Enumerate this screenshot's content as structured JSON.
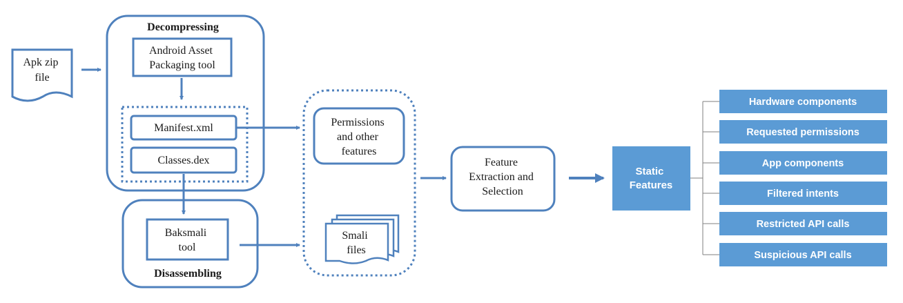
{
  "colors": {
    "outline": "#4f81bd",
    "arrow": "#4f81bd",
    "feature_box": "#5b9bd5",
    "feature_text": "#ffffff",
    "text": "#1a1a1a",
    "tree_line": "#7f7f7f"
  },
  "input": {
    "line1": "Apk zip",
    "line2": "file"
  },
  "decompressing": {
    "title": "Decompressing",
    "aapt_line1": "Android Asset",
    "aapt_line2": "Packaging tool",
    "manifest": "Manifest.xml",
    "classes": "Classes.dex"
  },
  "disassembling": {
    "title": "Disassembling",
    "baksmali_line1": "Baksmali",
    "baksmali_line2": "tool"
  },
  "extracted": {
    "permissions_line1": "Permissions",
    "permissions_line2": "and other",
    "permissions_line3": "features",
    "smali_line1": "Smali",
    "smali_line2": "files"
  },
  "feature_extraction": {
    "line1": "Feature",
    "line2": "Extraction and",
    "line3": "Selection"
  },
  "static_features": {
    "line1": "Static",
    "line2": "Features",
    "items": [
      "Hardware components",
      "Requested permissions",
      "App components",
      "Filtered intents",
      "Restricted API calls",
      "Suspicious API calls"
    ]
  }
}
